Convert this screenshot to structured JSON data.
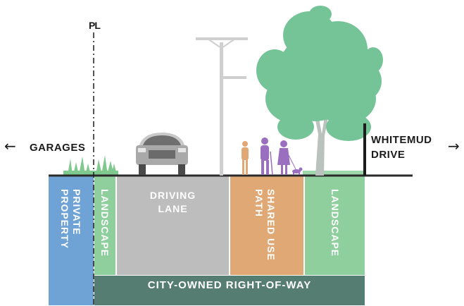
{
  "property_line_label": "PL",
  "left_destination": {
    "label": "GARAGES",
    "arrow": "←"
  },
  "right_destination": {
    "label": "WHITEMUD\nDRIVE",
    "arrow": "→"
  },
  "zones": {
    "private_property": "PRIVATE\nPROPERTY",
    "landscape_left": "LANDSCAPE",
    "driving_lane": "DRIVING\nLANE",
    "shared_use_path": "SHARED USE\nPATH",
    "landscape_right": "LANDSCAPE"
  },
  "right_of_way": "CITY-OWNED RIGHT-OF-WAY",
  "colors": {
    "private_property": "#6fa3d6",
    "landscape": "#8ecf9d",
    "driving_lane": "#bdbdbd",
    "shared_use_path": "#e0a874",
    "right_of_way": "#567d71",
    "ground": "#2b2b2b",
    "tree": "#74c497",
    "people": "#9b6fbf"
  }
}
